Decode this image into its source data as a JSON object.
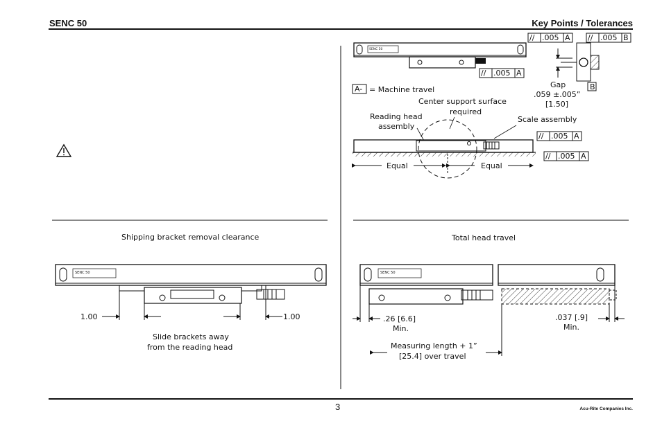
{
  "header": {
    "left": "SENC 50",
    "right": "Key Points / Tolerances"
  },
  "footer": {
    "page_number": "3",
    "company": "Acu-Rite Companies Inc."
  },
  "tolerance": {
    "frame_a": ".005",
    "frame_b": ".005",
    "datum_a": "A",
    "datum_b": "B",
    "parallel_symbol": "//"
  },
  "top_right": {
    "datum_legend_box": "A-",
    "datum_legend_text": "= Machine travel",
    "gap_label": "Gap",
    "gap_value": ".059 ±.005”",
    "gap_metric": "[1.50]",
    "center_support_1": "Center support surface",
    "center_support_2": "required",
    "reading_head_1": "Reading head",
    "reading_head_2": "assembly",
    "scale_assembly": "Scale assembly",
    "equal_left": "Equal",
    "equal_right": "Equal"
  },
  "bottom_left": {
    "title": "Shipping bracket removal clearance",
    "dim_left": "1.00",
    "dim_right": "1.00",
    "note_1": "Slide brackets away",
    "note_2": "from the reading head"
  },
  "bottom_right": {
    "title": "Total head travel",
    "dim_left_1": ".26 [6.6]",
    "dim_left_2": "Min.",
    "dim_right_1": ".037 [.9]",
    "dim_right_2": "Min.",
    "measure_1": "Measuring length + 1”",
    "measure_2": "[25.4] over travel"
  },
  "scale_label": "SENC 50"
}
